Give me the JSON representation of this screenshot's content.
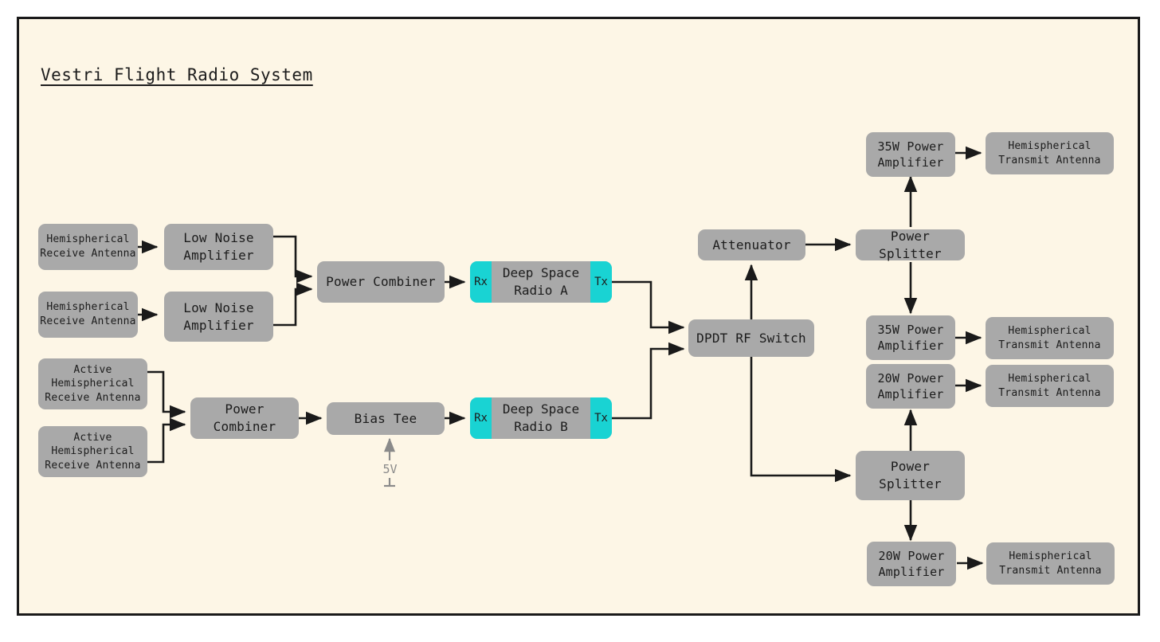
{
  "diagram": {
    "title": "Vestri Flight Radio System",
    "colors": {
      "background": "#fdf6e6",
      "frame_border": "#1a1a1a",
      "block_fill": "#a9a9a9",
      "port_fill": "#19d3d3",
      "wire": "#1a1a1a",
      "power_annotation": "#8a8a8a"
    },
    "blocks": {
      "rx_antenna_1": "Hemispherical\nReceive Antenna",
      "rx_antenna_2": "Hemispherical\nReceive Antenna",
      "lna_1": "Low Noise\nAmplifier",
      "lna_2": "Low Noise\nAmplifier",
      "combiner_top": "Power Combiner",
      "active_antenna_1": "Active\nHemispherical\nReceive Antenna",
      "active_antenna_2": "Active\nHemispherical\nReceive Antenna",
      "combiner_bottom": "Power Combiner",
      "bias_tee": "Bias Tee",
      "radio_a_body": "Deep Space\nRadio A",
      "radio_b_body": "Deep Space\nRadio B",
      "radio_rx_port": "Rx",
      "radio_tx_port": "Tx",
      "dpdt_switch": "DPDT RF Switch",
      "attenuator": "Attenuator",
      "splitter_top": "Power Splitter",
      "splitter_bottom": "Power Splitter",
      "pa_35w_1": "35W Power\nAmplifier",
      "pa_35w_2": "35W Power\nAmplifier",
      "pa_20w_1": "20W Power\nAmplifier",
      "pa_20w_2": "20W Power\nAmplifier",
      "tx_antenna_1": "Hemispherical\nTransmit Antenna",
      "tx_antenna_2": "Hemispherical\nTransmit Antenna",
      "tx_antenna_3": "Hemispherical\nTransmit Antenna",
      "tx_antenna_4": "Hemispherical\nTransmit Antenna"
    },
    "annotations": {
      "bias_supply": "5V"
    }
  }
}
